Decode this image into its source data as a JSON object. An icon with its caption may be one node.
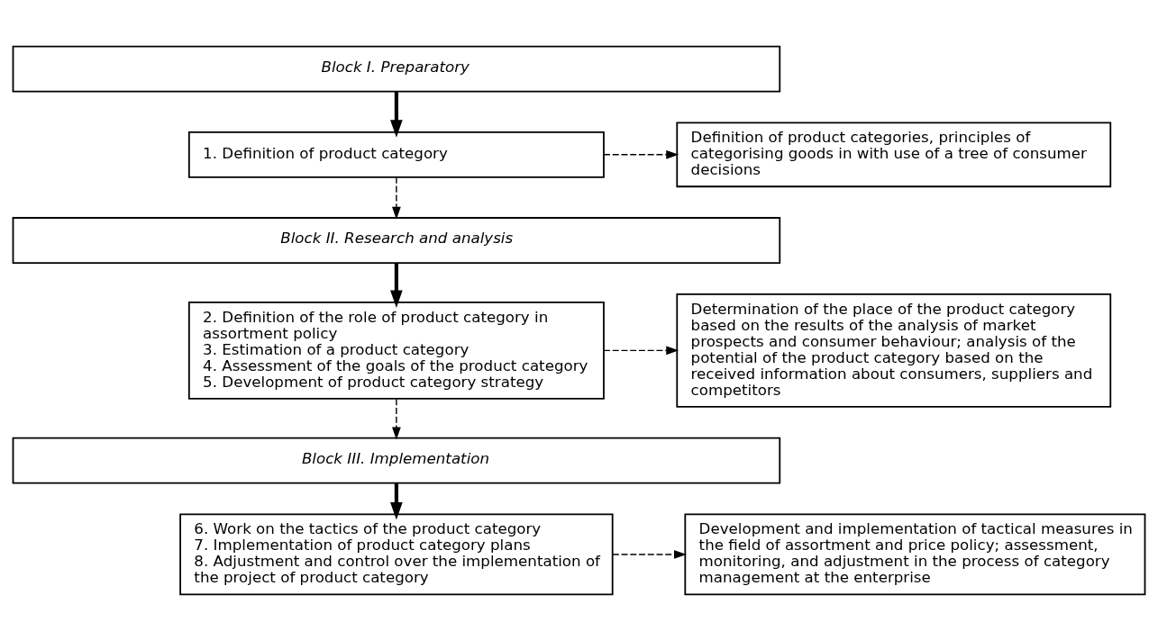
{
  "diagram": {
    "nodes": [
      {
        "text": [
          "Block I. Preparatory"
        ]
      },
      {
        "text": [
          "1. Definition of product category"
        ]
      },
      {
        "text": [
          "Definition of product categories, principles of categorising goods in with use of a tree of consumer decisions"
        ]
      },
      {
        "text": [
          "Block II. Research and analysis"
        ]
      },
      {
        "text": [
          "2. Definition of the role of product category in assortment policy",
          "3. Estimation of a product category",
          "4. Assessment of the goals of the product category",
          "5. Development of product category strategy"
        ]
      },
      {
        "text": [
          "Determination of the place of the product category based on the results of the analysis of market prospects and consumer behaviour; analysis of the potential of the product category based on the received information about consumers, suppliers and competitors"
        ]
      },
      {
        "text": [
          "Block III. Implementation"
        ]
      },
      {
        "text": [
          "6. Work on the tactics of the product category",
          "7. Implementation of product category plans",
          "8. Adjustment and control over the implementation of the project of product category"
        ]
      },
      {
        "text": [
          "Development and implementation of tactical measures in the field of assortment and price policy; assessment, monitoring, and adjustment in the process of category management at the enterprise"
        ]
      }
    ],
    "edges": [
      {
        "from": 0,
        "to": 1,
        "arrow": "to",
        "style": "thick"
      },
      {
        "from": 1,
        "to": 2,
        "arrow": "to",
        "style": "dashed"
      },
      {
        "from": 1,
        "to": 3,
        "arrow": "to",
        "style": "dashed"
      },
      {
        "from": 3,
        "to": 4,
        "arrow": "to",
        "style": "thick"
      },
      {
        "from": 4,
        "to": 5,
        "arrow": "to",
        "style": "dashed"
      },
      {
        "from": 4,
        "to": 6,
        "arrow": "to",
        "style": "dashed"
      },
      {
        "from": 6,
        "to": 7,
        "arrow": "to",
        "style": "thick"
      },
      {
        "from": 7,
        "to": 8,
        "arrow": "to",
        "style": "dashed"
      }
    ]
  }
}
